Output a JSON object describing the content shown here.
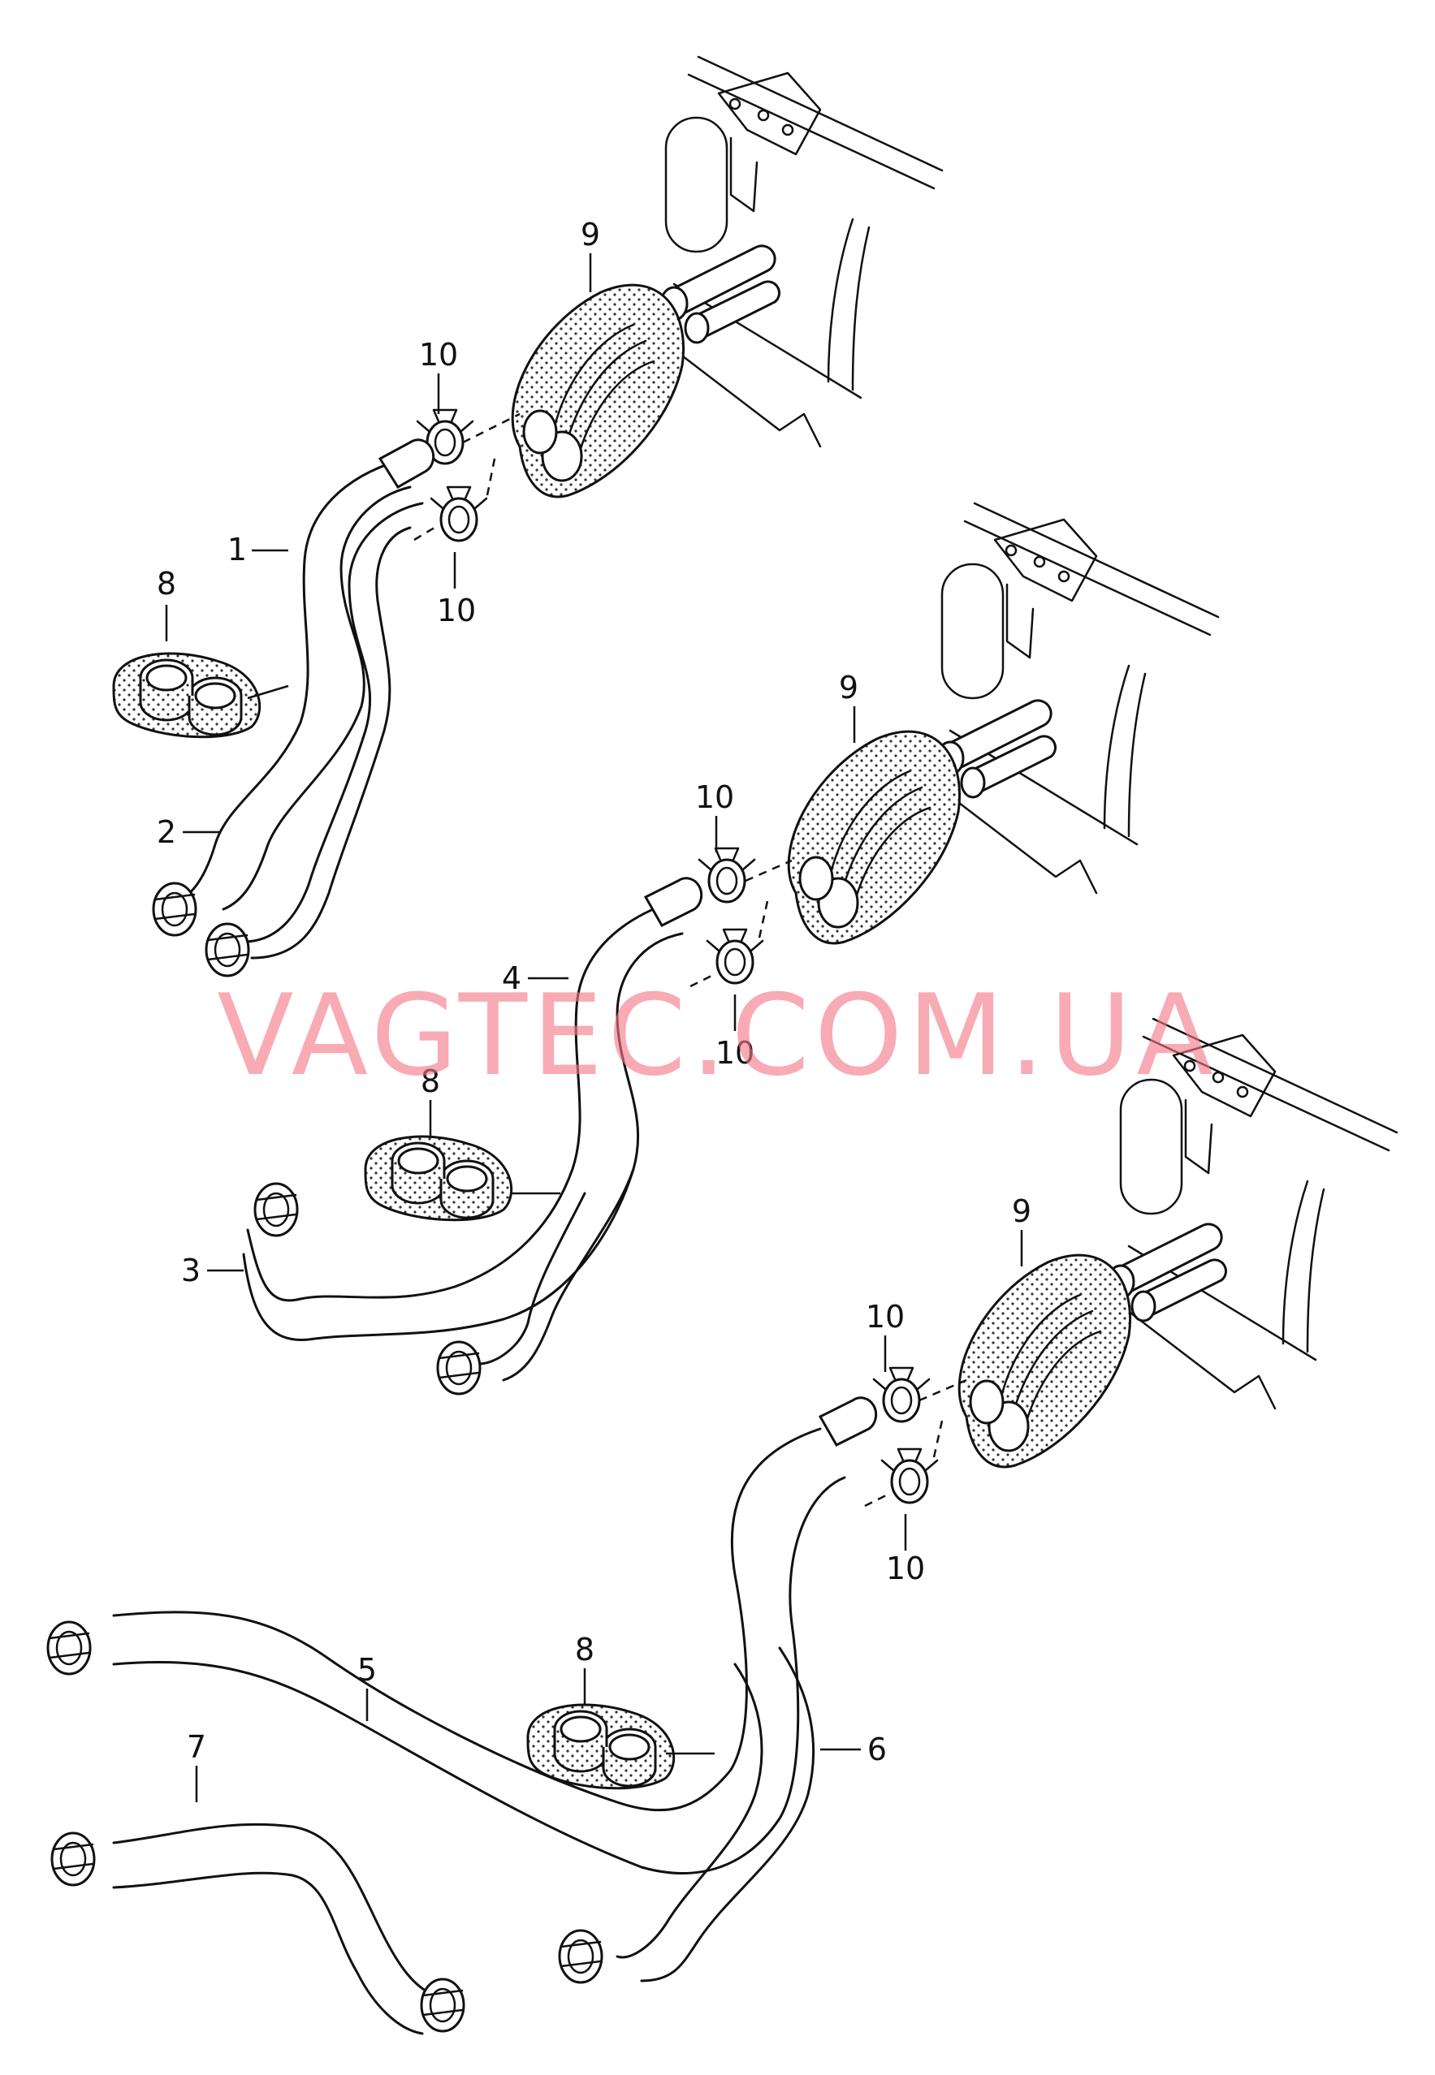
{
  "watermark": {
    "text": "VAGTEC.COM.UA",
    "color": "#f47888"
  },
  "callouts": {
    "c1": "1",
    "c2": "2",
    "c3": "3",
    "c4": "4",
    "c5": "5",
    "c6": "6",
    "c7": "7",
    "c8a": "8",
    "c8b": "8",
    "c8c": "8",
    "c9a": "9",
    "c9b": "9",
    "c9c": "9",
    "c10a": "10",
    "c10b": "10",
    "c10c": "10",
    "c10d": "10",
    "c10e": "10",
    "c10f": "10"
  }
}
